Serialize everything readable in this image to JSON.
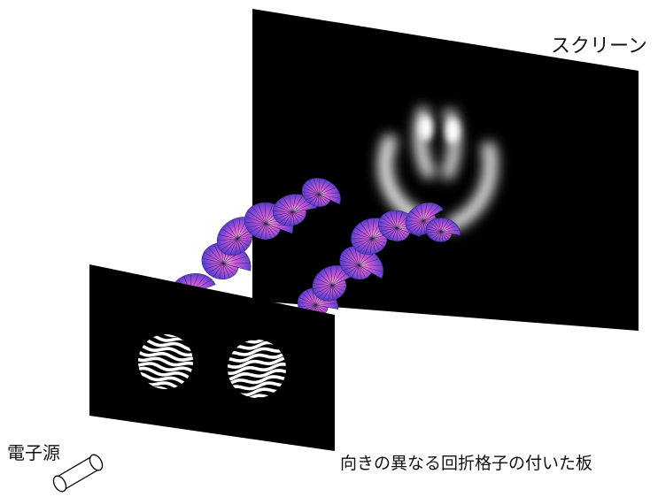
{
  "labels": {
    "screen": "スクリーン",
    "electron_source": "電子源",
    "grating_plate": "向きの異なる回折格子の付いた板"
  },
  "colors": {
    "background": "#ffffff",
    "panel": "#000000",
    "wave_magenta": "#c040d8",
    "wave_blue": "#4848d8",
    "wave_pink": "#f0a0c8"
  }
}
